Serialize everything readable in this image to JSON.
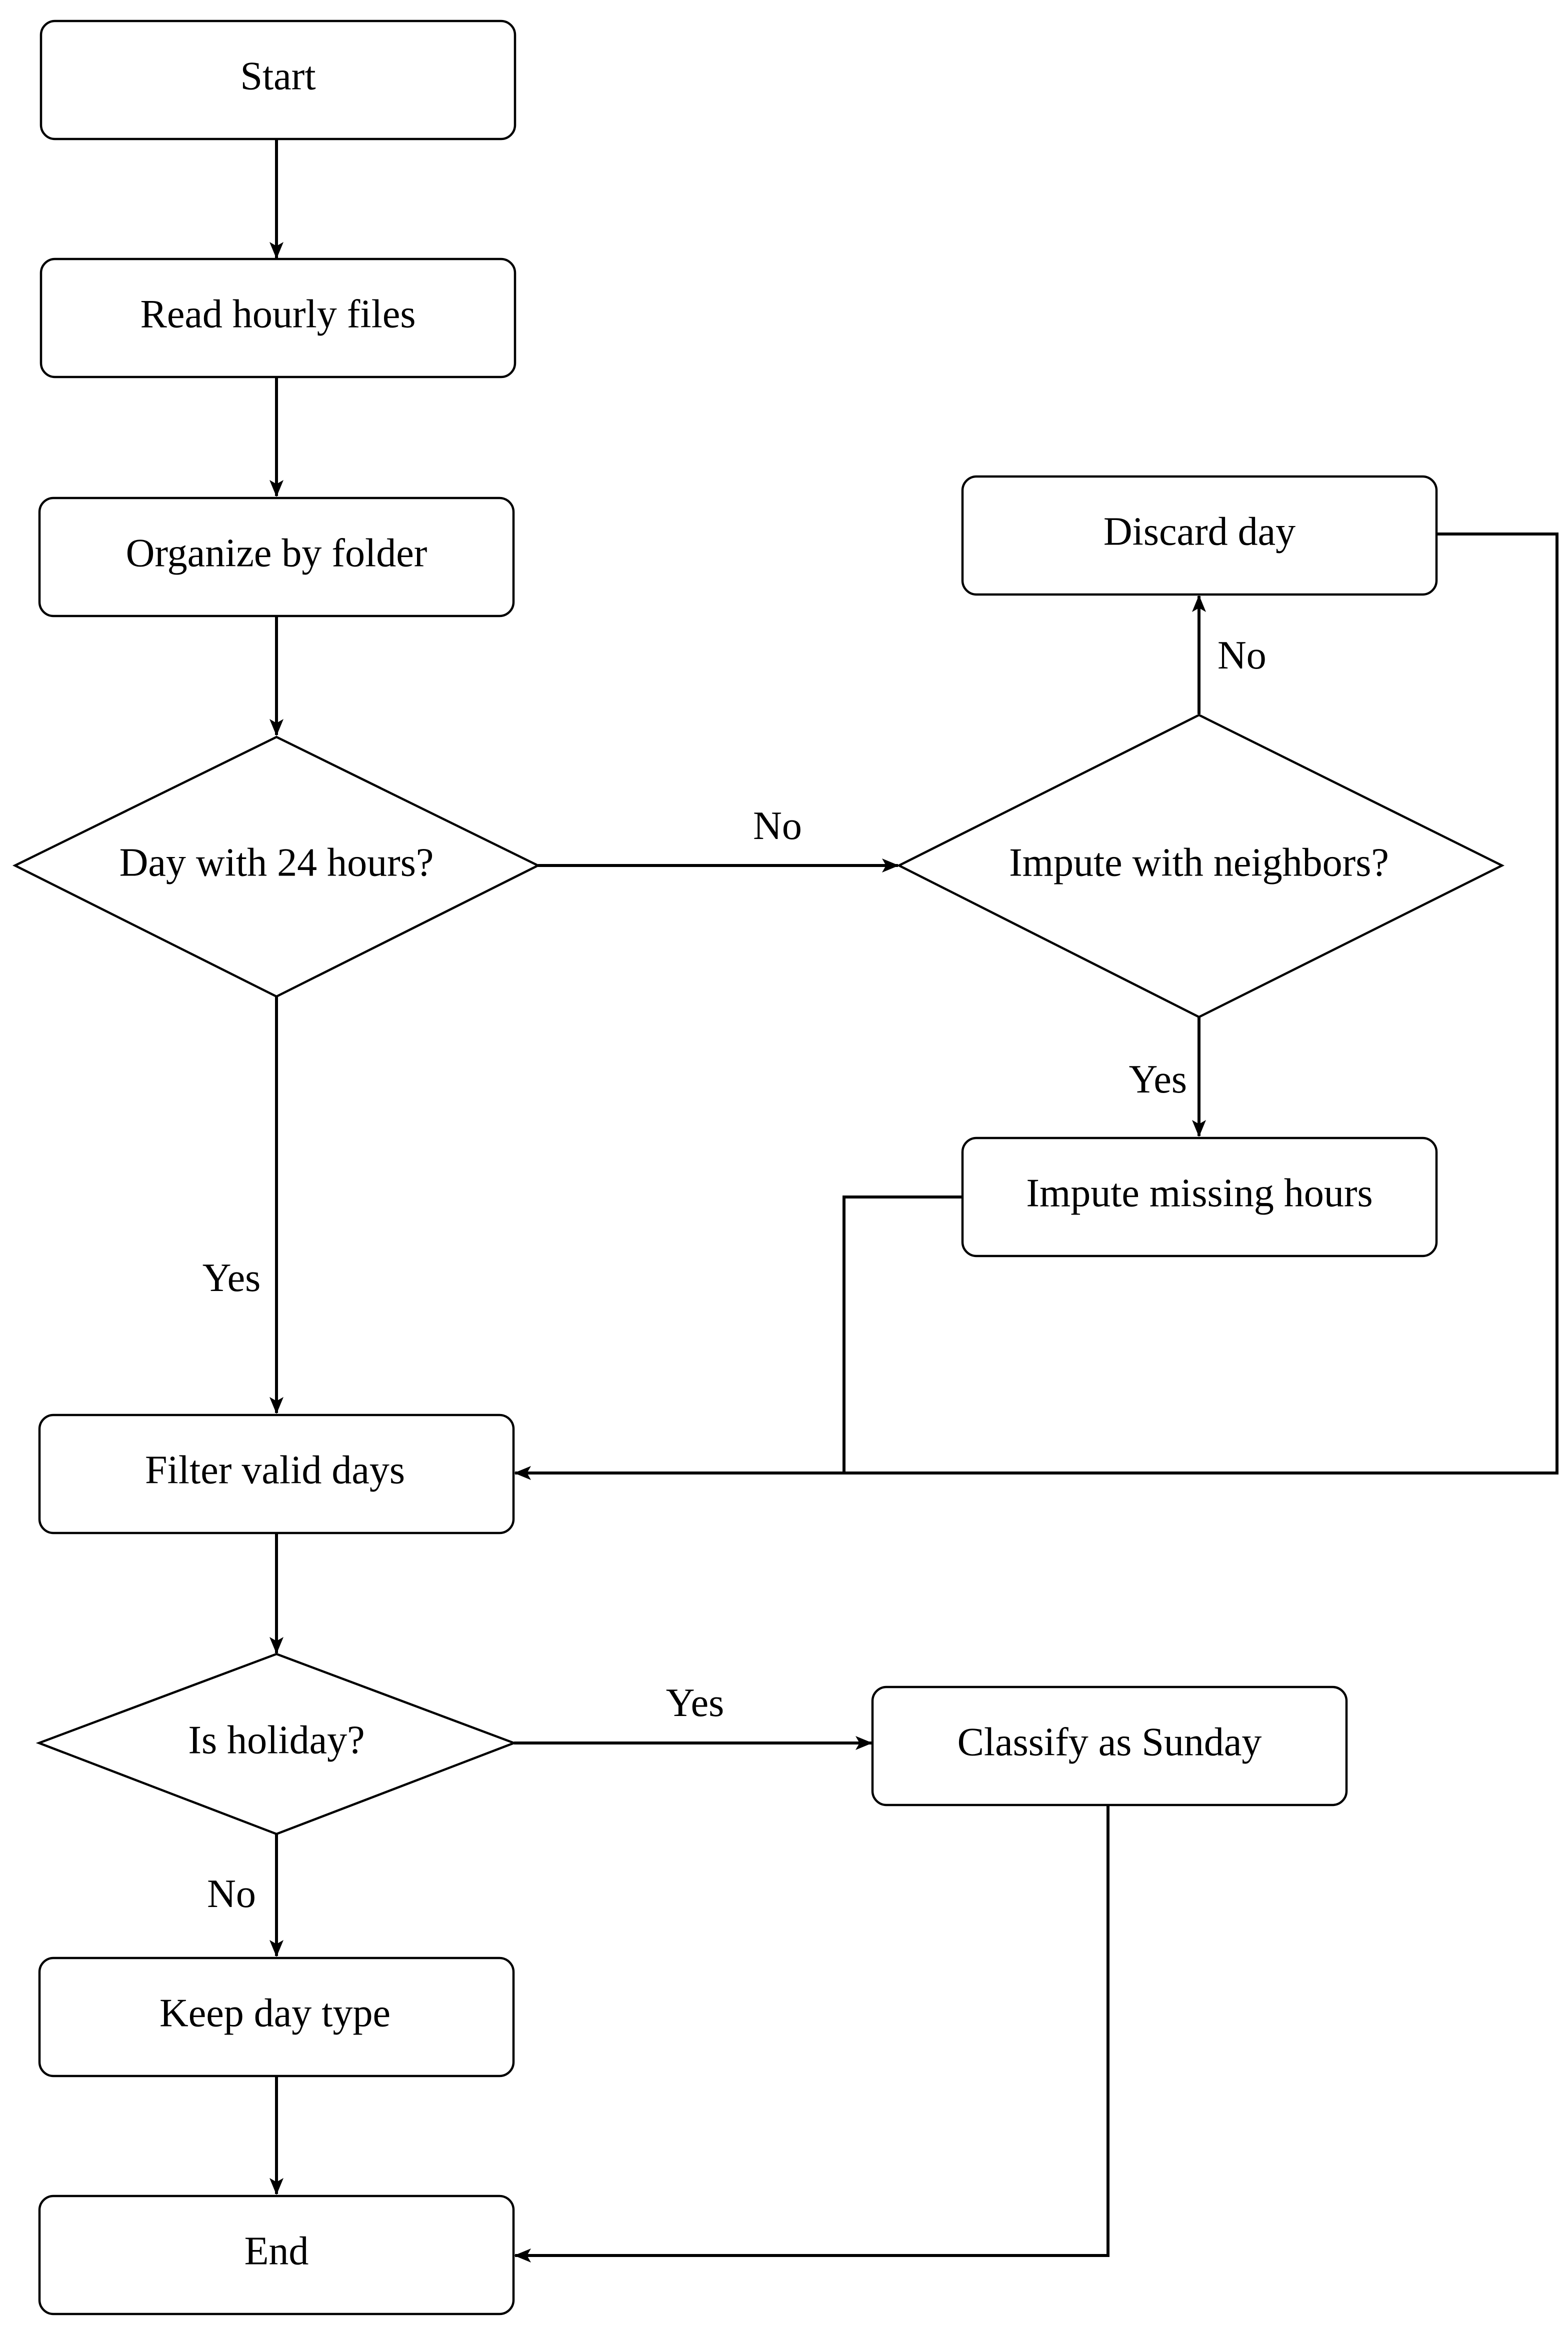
{
  "nodes": {
    "start": "Start",
    "read_hourly_files": "Read hourly files",
    "organize_by_folder": "Organize by folder",
    "day_with_24_hours": "Day with 24 hours?",
    "impute_with_neighbors": "Impute with neighbors?",
    "discard_day": "Discard day",
    "impute_missing_hours": "Impute missing hours",
    "filter_valid_days": "Filter valid days",
    "is_holiday": "Is holiday?",
    "classify_as_sunday": "Classify as Sunday",
    "keep_day_type": "Keep day type",
    "end": "End"
  },
  "edge_labels": {
    "day24_no": "No",
    "day24_yes": "Yes",
    "impute_no": "No",
    "impute_yes": "Yes",
    "holiday_yes": "Yes",
    "holiday_no": "No"
  },
  "colors": {
    "stroke": "#000000",
    "fill": "#ffffff",
    "text": "#000000"
  }
}
